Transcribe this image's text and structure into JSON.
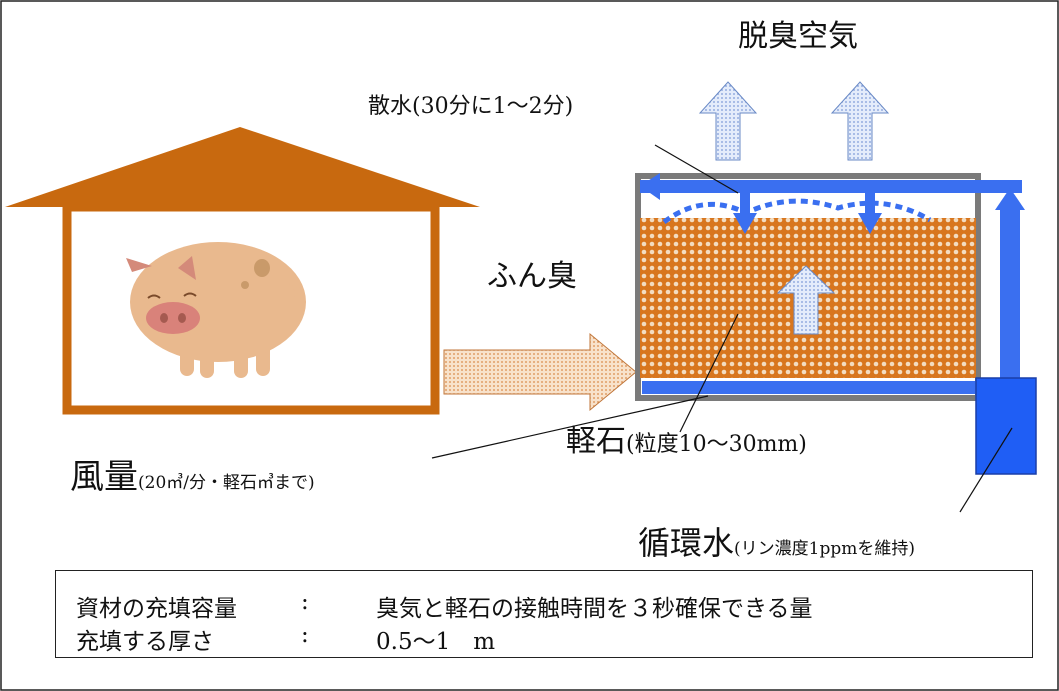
{
  "labels": {
    "deodorized_air": "脱臭空気",
    "water_spray": "散水(30分に1～2分)",
    "manure_odor": "ふん臭",
    "pumice": "軽石",
    "pumice_detail": "(粒度10～30mm)",
    "airflow": "風量",
    "airflow_detail": "(20㎥/分・軽石㎥まで)",
    "circulating_water": "循環水",
    "circulating_water_detail": "(リン濃度1ppmを維持)"
  },
  "notes": [
    {
      "key": "資材の充填容量",
      "sep": ":",
      "value": "臭気と軽石の接触時間を３秒確保できる量"
    },
    {
      "key": "充填する厚さ",
      "sep": ":",
      "value": "0.5～1　m"
    }
  ],
  "colors": {
    "barn": "#c8690f",
    "water": "#3a6ff0",
    "tank": "#1f5ef5",
    "container": "#7a7a7a",
    "pumice_fill": "#d8761e",
    "pumice_dot": "#f3dcc0",
    "air_arrow": "#dde8fb",
    "odor_arrow": "#f6dcc0",
    "pig": "#e9b98e"
  },
  "icons": {
    "pig": "pig-illustration",
    "up_arrow": "up-arrow-icon",
    "right_arrow": "right-arrow-icon"
  }
}
